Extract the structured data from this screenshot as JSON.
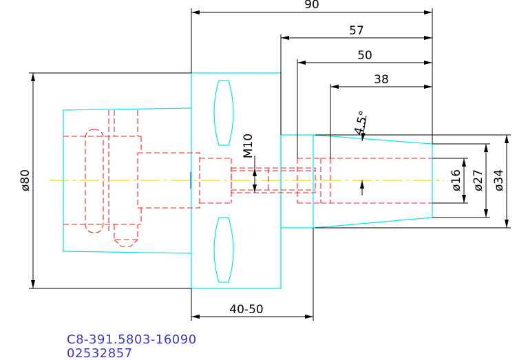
{
  "dimensions": {
    "overall_length": "90",
    "length_57": "57",
    "length_50": "50",
    "length_38": "38",
    "taper_angle": "4.5°",
    "thread": "M10",
    "flange_diameter": "ø80",
    "bore_diameter": "ø16",
    "diameter_27": "ø27",
    "diameter_34": "ø34",
    "length_range": "40-50"
  },
  "part": {
    "part_number": "C8-391.5803-16090",
    "code": "02532857"
  },
  "colors": {
    "outline": "#00e5ee",
    "hidden": "#ff2020",
    "centerline": "#e8e000",
    "dimension": "#000000",
    "label": "#3a3ac8"
  }
}
